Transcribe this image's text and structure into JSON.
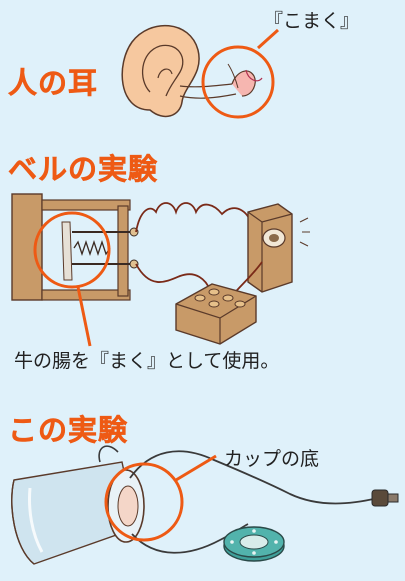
{
  "sections": [
    {
      "heading": "人の耳",
      "callout": "『こまく』"
    },
    {
      "heading": "ベルの実験",
      "callout": "牛の腸を『まく』として使用。"
    },
    {
      "heading": "この実験",
      "callout": "カップの底"
    }
  ],
  "colors": {
    "accent": "#ee5a14",
    "background": "#dff1fa",
    "skin": "#f6c89f",
    "wood": "#c89a68",
    "wire": "#7a2a18",
    "cup": "#cfe4ef",
    "disc": "#3fa09a"
  }
}
